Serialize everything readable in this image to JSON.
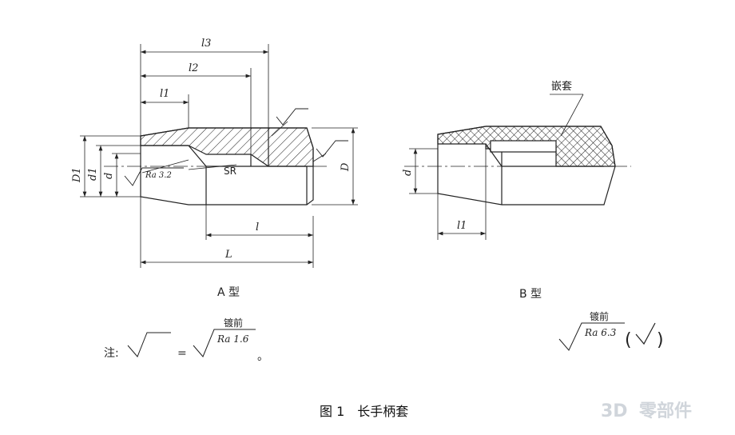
{
  "type_a": {
    "caption": "A 型",
    "dims": {
      "l3": "l3",
      "l2": "l2",
      "l1": "l1",
      "l": "l",
      "L": "L",
      "D1": "D1",
      "d1": "d1",
      "d": "d",
      "D": "D",
      "SR": "SR",
      "roughness": "Ra 3.2"
    }
  },
  "type_b": {
    "caption": "B 型",
    "insert_label": "嵌套",
    "dims": {
      "d": "d",
      "l1": "l1"
    }
  },
  "note": {
    "prefix": "注:",
    "equals": "=",
    "plating_label": "镀前",
    "roughness": "Ra 1.6",
    "period": "。"
  },
  "b_note": {
    "plating_label": "镀前",
    "roughness": "Ra 6.3",
    "paren_open": "(",
    "paren_close": ")"
  },
  "figure_caption": "图 1　长手柄套",
  "watermark": {
    "prefix": "3D",
    "text": "零部件"
  }
}
